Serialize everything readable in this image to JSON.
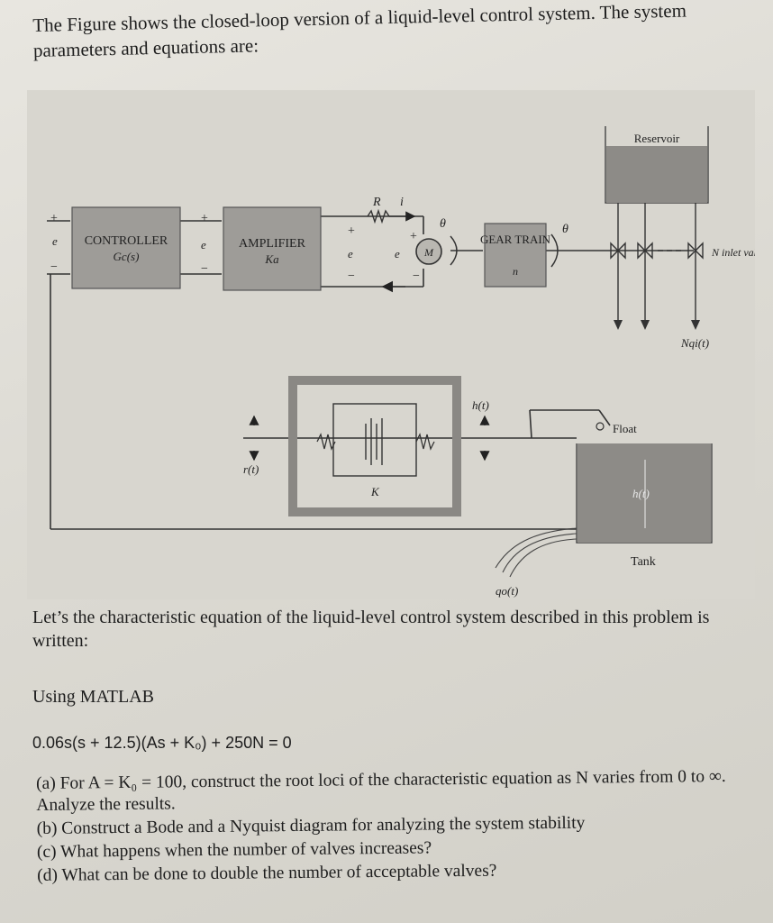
{
  "intro": {
    "text": "The Figure shows the closed-loop version of a liquid-level control system. The system parameters and equations are:"
  },
  "figure": {
    "controller": {
      "title": "CONTROLLER",
      "sub": "Gc(s)"
    },
    "amplifier": {
      "title": "AMPLIFIER",
      "sub": "Ka"
    },
    "gear_train": {
      "title": "GEAR TRAIN",
      "sub": "n"
    },
    "reservoir": "Reservoir",
    "tank": "Tank",
    "float": "Float",
    "inlet_valves": "N inlet valves",
    "sign_plus": "+",
    "sign_minus": "−",
    "labels": {
      "e": "e",
      "es": "e",
      "ea": "e",
      "eb": "e",
      "ra": "R",
      "ia": "i",
      "theta_m": "θ",
      "theta": "θ",
      "motor": "M",
      "r_t": "r(t)",
      "h_t": "h(t)",
      "h_tank": "h(t)",
      "ks": "K",
      "nqi": "Nqi(t)",
      "qo": "qo(t)"
    }
  },
  "text": {
    "question_intro": "Let’s the characteristic equation of the liquid-level control system described in this problem is written:",
    "using": "Using MATLAB",
    "equation": "0.06s(s + 12.5)(As + K₀) + 250N = 0",
    "a": "(a) For A = K₀ = 100, construct the root loci of the characteristic equation as N varies from 0 to ∞. Analyze the results.",
    "b": "(b) Construct a Bode and a Nyquist diagram for analyzing the system stability",
    "c": "(c) What happens when the number of valves increases?",
    "d": "(d) What can be done to double the number of acceptable valves?"
  }
}
